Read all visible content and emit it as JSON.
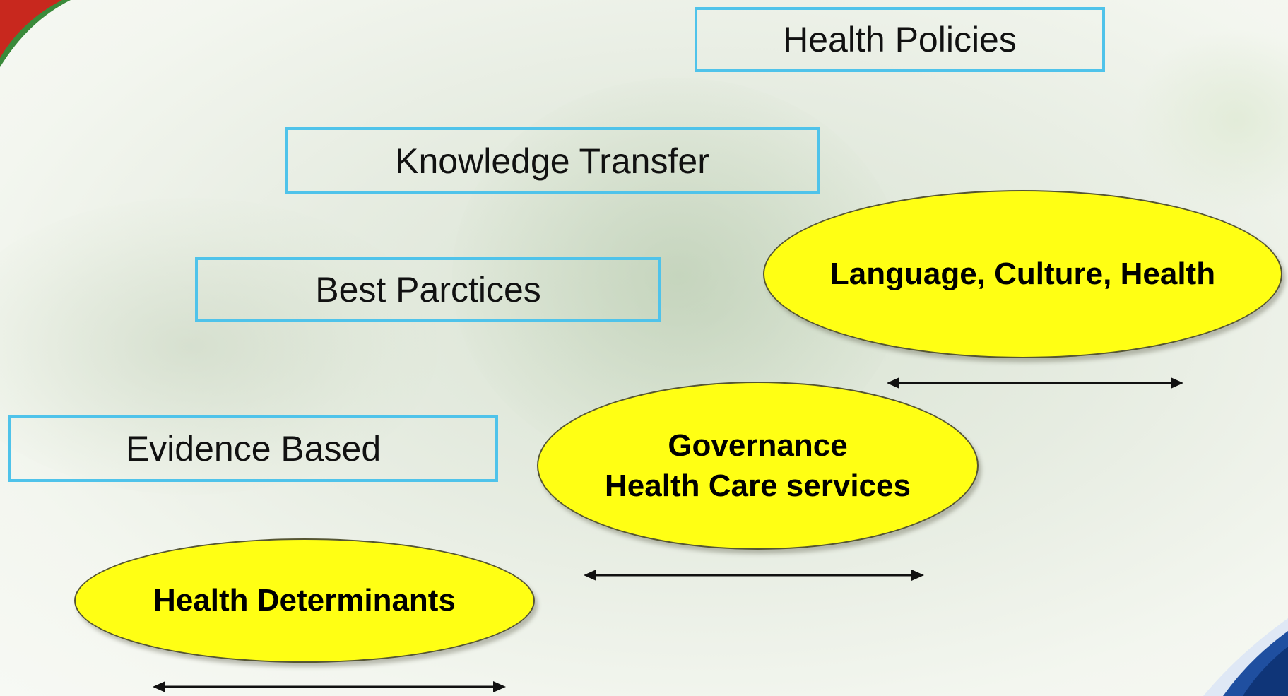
{
  "boxes": {
    "health_policies": "Health Policies",
    "knowledge_transfer": "Knowledge Transfer",
    "best_practices": "Best Parctices",
    "evidence_based": "Evidence Based"
  },
  "ellipses": {
    "language_culture_health": "Language, Culture, Health",
    "governance_line1": "Governance",
    "governance_line2": "Health Care services",
    "health_determinants": "Health Determinants"
  },
  "colors": {
    "box_border": "#4fc3ea",
    "ellipse_fill": "#ffff14",
    "corner_red": "#c8281e",
    "corner_green": "#3a8a3a",
    "corner_blue": "#1f4fa0"
  }
}
